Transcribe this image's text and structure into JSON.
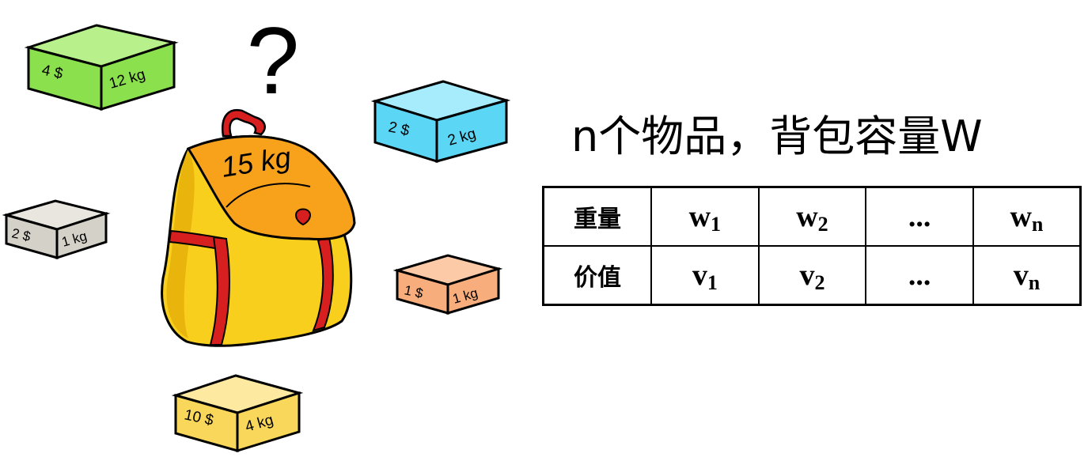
{
  "question_mark": "?",
  "backpack": {
    "capacity": "15 kg"
  },
  "boxes": [
    {
      "value": "4 $",
      "weight": "12 kg",
      "color": "#8be04e"
    },
    {
      "value": "2 $",
      "weight": "2 kg",
      "color": "#5cd6f5"
    },
    {
      "value": "2 $",
      "weight": "1 kg",
      "color": "#d3d1c8"
    },
    {
      "value": "1 $",
      "weight": "1 kg",
      "color": "#f8ad7c"
    },
    {
      "value": "10 $",
      "weight": "4 kg",
      "color": "#f8d75a"
    }
  ],
  "title": "n个物品，背包容量W",
  "table": {
    "row_headers": [
      "重量",
      "价值"
    ],
    "weights": [
      {
        "base": "w",
        "sub": "1"
      },
      {
        "base": "w",
        "sub": "2"
      },
      {
        "base": "...",
        "sub": ""
      },
      {
        "base": "w",
        "sub": "n"
      }
    ],
    "values": [
      {
        "base": "v",
        "sub": "1"
      },
      {
        "base": "v",
        "sub": "2"
      },
      {
        "base": "...",
        "sub": ""
      },
      {
        "base": "v",
        "sub": "n"
      }
    ]
  }
}
